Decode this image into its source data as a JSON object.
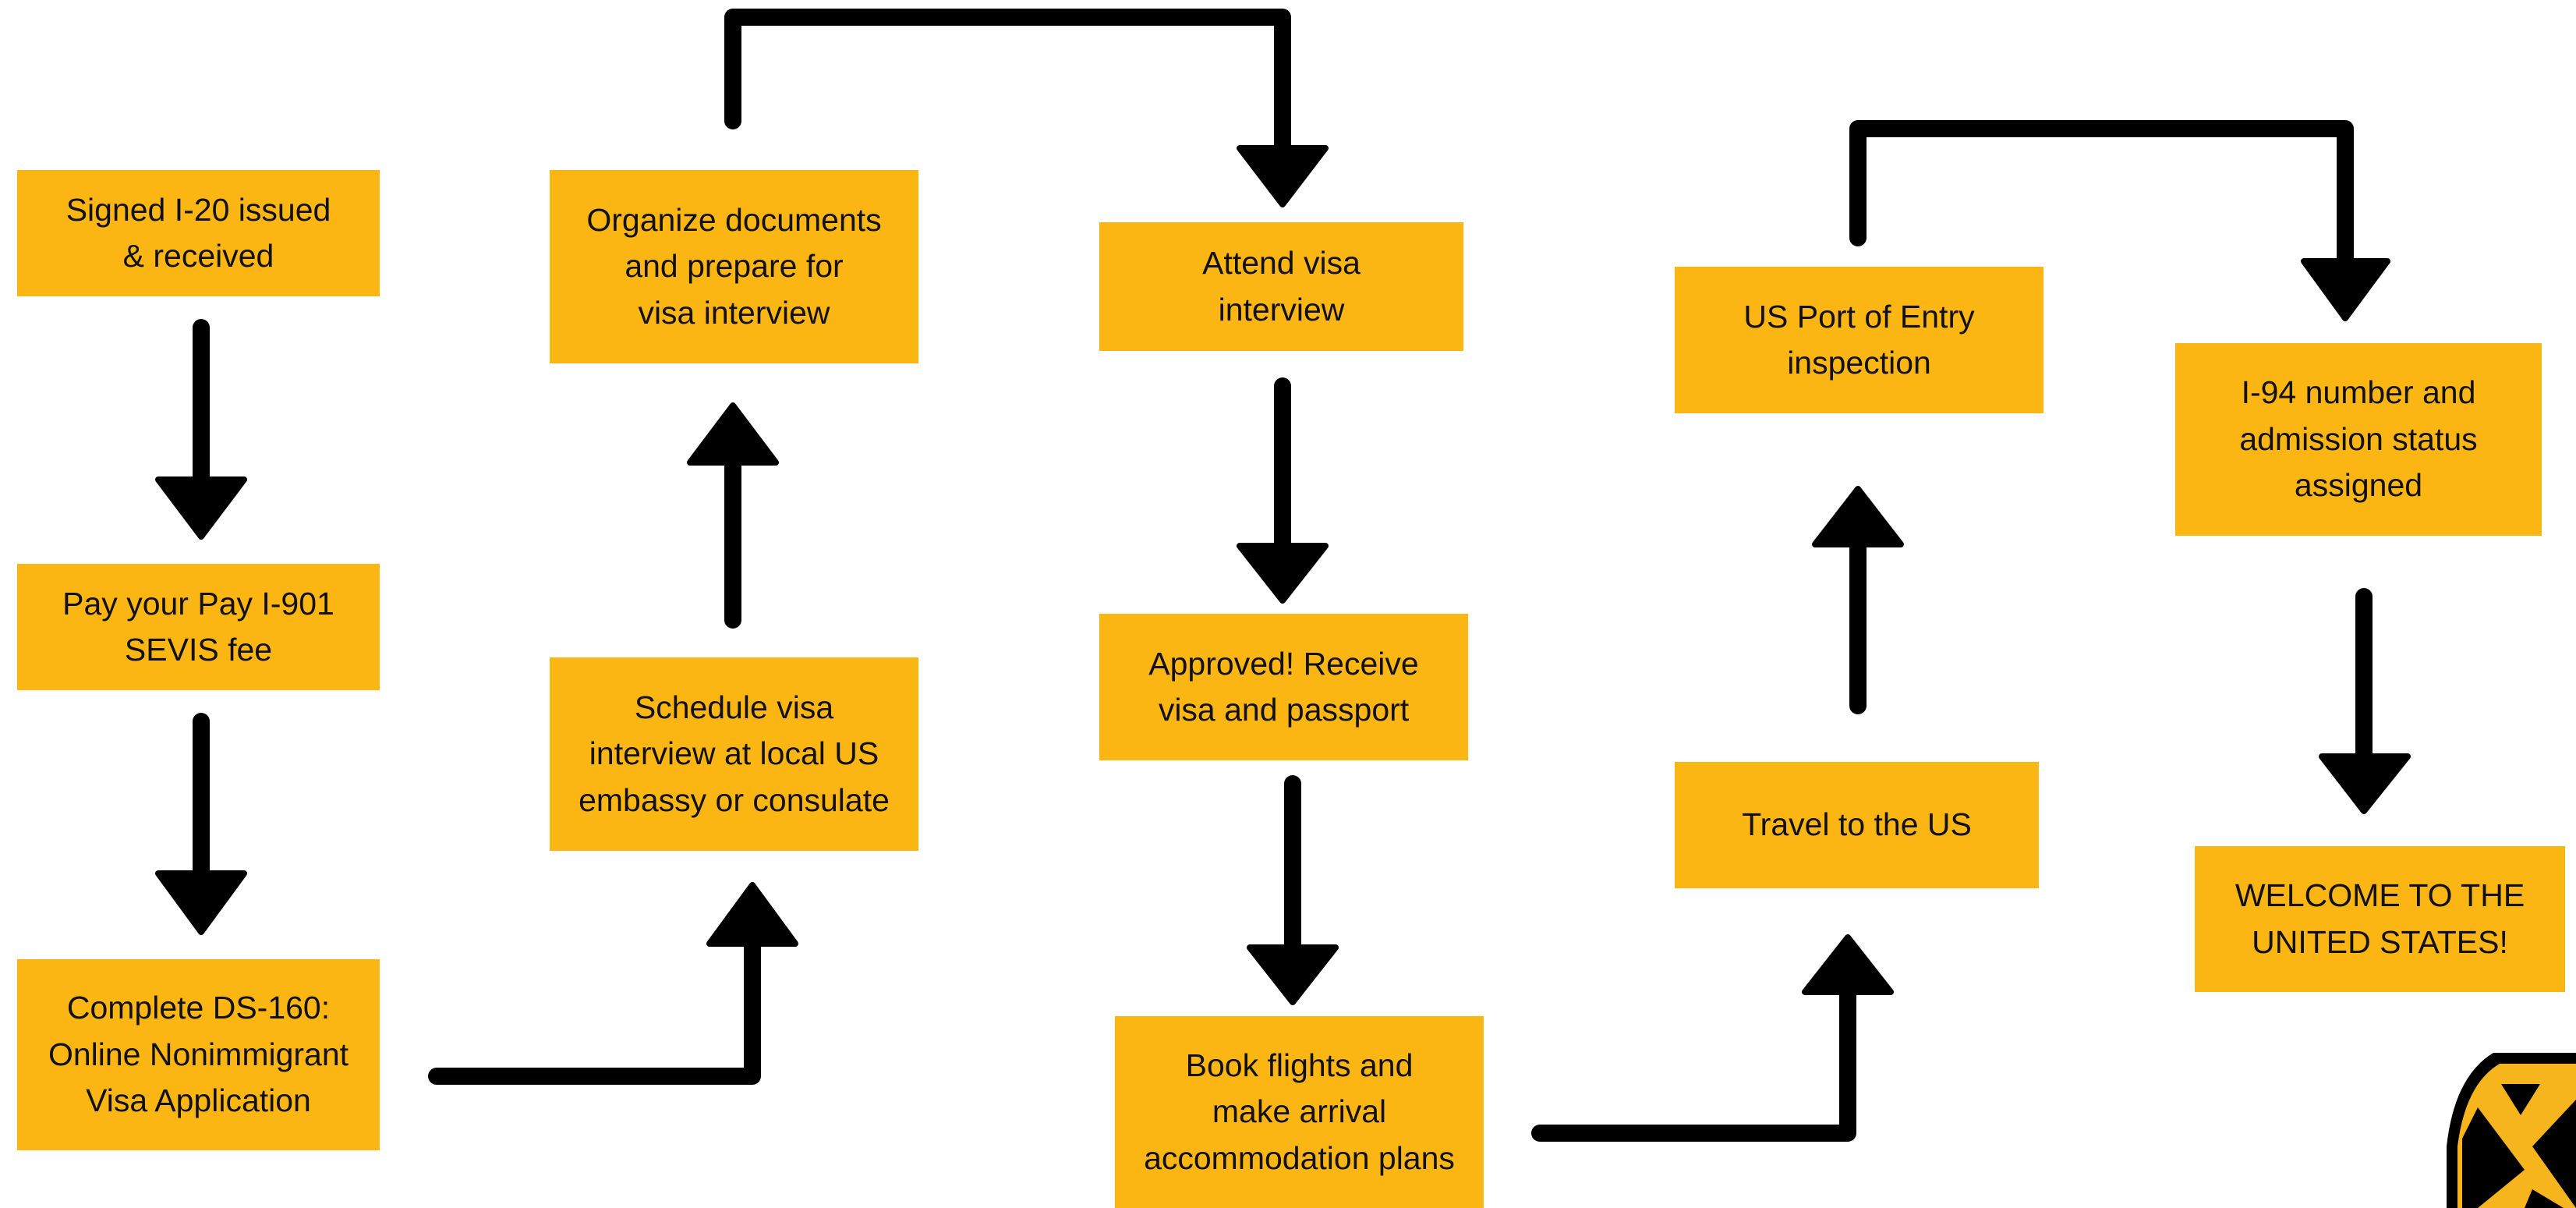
{
  "steps": {
    "i20": "Signed I-20 issued\n& received",
    "sevis": "Pay your Pay I-901\nSEVIS fee",
    "ds160": "Complete DS-160:\nOnline Nonimmigrant\nVisa Application",
    "schedule": "Schedule visa\ninterview at local US\nembassy or consulate",
    "organize": "Organize documents\nand prepare for\nvisa interview",
    "attend": "Attend visa\ninterview",
    "approved": "Approved! Receive\nvisa and passport",
    "book": "Book flights and\nmake arrival\naccommodation plans",
    "travel": "Travel to the US",
    "port": "US Port of Entry\ninspection",
    "i94": "I-94 number and\nadmission status\nassigned",
    "welcome": "WELCOME TO THE\nUNITED STATES!"
  },
  "colors": {
    "box_fill": "#fbb614",
    "arrow": "#000000",
    "logo_gold": "#f6b51c",
    "logo_black": "#000000"
  },
  "logo": {
    "icon": "maryland-flag-logo-icon"
  }
}
